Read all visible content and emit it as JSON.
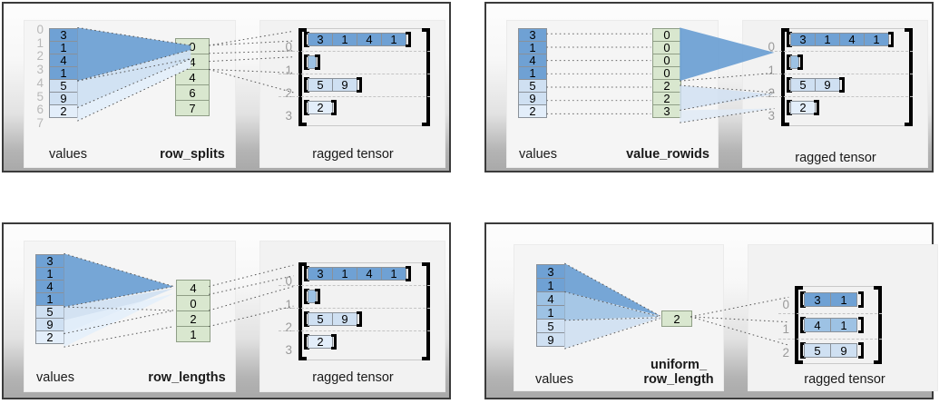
{
  "figure": {
    "title_visible": false,
    "colors": {
      "blue_dark": "#6fa1d4",
      "blue_mid": "#9dc2e4",
      "blue_light": "#cfe0f2",
      "blue_lightest": "#e3eefa",
      "green": "#d9e7cf",
      "cell_border": "#8a9199",
      "panel_border": "#3b3b3b",
      "index_label": "#b8b8b8",
      "row_label": "#9a9a9a",
      "bracket": "#000000",
      "separator": "#c4c4c4"
    },
    "labels": {
      "values": "values",
      "ragged_tensor": "ragged tensor"
    }
  },
  "panels": [
    {
      "id": "row-splits",
      "position": "top-left",
      "partition_label": "row_splits",
      "values": {
        "label": "values",
        "cells": [
          {
            "v": "3",
            "tier": "b0"
          },
          {
            "v": "1",
            "tier": "b0"
          },
          {
            "v": "4",
            "tier": "b0"
          },
          {
            "v": "1",
            "tier": "b0"
          },
          {
            "v": "5",
            "tier": "b2"
          },
          {
            "v": "9",
            "tier": "b2"
          },
          {
            "v": "2",
            "tier": "b3"
          }
        ],
        "gutter_indices": [
          "0",
          "1",
          "2",
          "3",
          "4",
          "5",
          "6",
          "7"
        ]
      },
      "partition": {
        "label": "row_splits",
        "cells": [
          "0",
          "4",
          "4",
          "6",
          "7"
        ]
      },
      "ragged_tensor": {
        "label": "ragged tensor",
        "row_indices": [
          "0",
          "1",
          "2",
          "3"
        ],
        "rows": [
          {
            "cells": [
              "3",
              "1",
              "4",
              "1"
            ],
            "tier": "b0"
          },
          {
            "cells": [
              ""
            ],
            "tier": "b1"
          },
          {
            "cells": [
              "5",
              "9"
            ],
            "tier": "b2"
          },
          {
            "cells": [
              "2"
            ],
            "tier": "b3"
          }
        ]
      }
    },
    {
      "id": "value-rowids",
      "position": "top-right",
      "partition_label": "value_rowids",
      "values": {
        "label": "values",
        "cells": [
          {
            "v": "3",
            "tier": "b0"
          },
          {
            "v": "1",
            "tier": "b0"
          },
          {
            "v": "4",
            "tier": "b0"
          },
          {
            "v": "1",
            "tier": "b0"
          },
          {
            "v": "5",
            "tier": "b2"
          },
          {
            "v": "9",
            "tier": "b2"
          },
          {
            "v": "2",
            "tier": "b3"
          }
        ],
        "gutter_indices": []
      },
      "partition": {
        "label": "value_rowids",
        "cells": [
          "0",
          "0",
          "0",
          "0",
          "2",
          "2",
          "3"
        ]
      },
      "ragged_tensor": {
        "label": "ragged tensor",
        "row_indices": [
          "0",
          "1",
          "2",
          "3"
        ],
        "rows": [
          {
            "cells": [
              "3",
              "1",
              "4",
              "1"
            ],
            "tier": "b0"
          },
          {
            "cells": [
              ""
            ],
            "tier": "b1"
          },
          {
            "cells": [
              "5",
              "9"
            ],
            "tier": "b2"
          },
          {
            "cells": [
              "2"
            ],
            "tier": "b3"
          }
        ]
      }
    },
    {
      "id": "row-lengths",
      "position": "bottom-left",
      "partition_label": "row_lengths",
      "values": {
        "label": "values",
        "cells": [
          {
            "v": "3",
            "tier": "b0"
          },
          {
            "v": "1",
            "tier": "b0"
          },
          {
            "v": "4",
            "tier": "b0"
          },
          {
            "v": "1",
            "tier": "b0"
          },
          {
            "v": "5",
            "tier": "b2"
          },
          {
            "v": "9",
            "tier": "b2"
          },
          {
            "v": "2",
            "tier": "b3"
          }
        ],
        "gutter_indices": []
      },
      "partition": {
        "label": "row_lengths",
        "cells": [
          "4",
          "0",
          "2",
          "1"
        ]
      },
      "ragged_tensor": {
        "label": "ragged tensor",
        "row_indices": [
          "0",
          "1",
          "2",
          "3"
        ],
        "rows": [
          {
            "cells": [
              "3",
              "1",
              "4",
              "1"
            ],
            "tier": "b0"
          },
          {
            "cells": [
              ""
            ],
            "tier": "b1"
          },
          {
            "cells": [
              "5",
              "9"
            ],
            "tier": "b2"
          },
          {
            "cells": [
              "2"
            ],
            "tier": "b3"
          }
        ]
      }
    },
    {
      "id": "uniform-row-length",
      "position": "bottom-right",
      "partition_label": "uniform_\nrow_length",
      "values": {
        "label": "values",
        "cells": [
          {
            "v": "3",
            "tier": "b0"
          },
          {
            "v": "1",
            "tier": "b0"
          },
          {
            "v": "4",
            "tier": "b1"
          },
          {
            "v": "1",
            "tier": "b1"
          },
          {
            "v": "5",
            "tier": "b2"
          },
          {
            "v": "9",
            "tier": "b2"
          }
        ],
        "gutter_indices": []
      },
      "partition": {
        "label": "uniform_\nrow_length",
        "cells": [
          "2"
        ]
      },
      "ragged_tensor": {
        "label": "ragged tensor",
        "row_indices": [
          "0",
          "1",
          "2"
        ],
        "rows": [
          {
            "cells": [
              "3",
              "1"
            ],
            "tier": "b0"
          },
          {
            "cells": [
              "4",
              "1"
            ],
            "tier": "b1"
          },
          {
            "cells": [
              "5",
              "9"
            ],
            "tier": "b2"
          }
        ]
      }
    }
  ]
}
